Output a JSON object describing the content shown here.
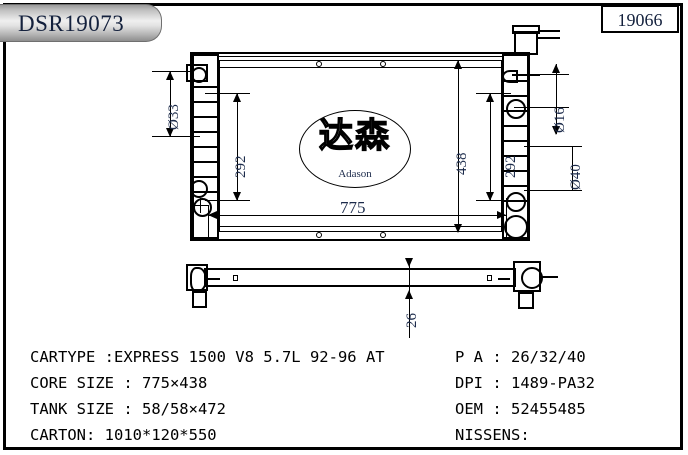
{
  "header": {
    "part_badge": "DSR19073",
    "drawing_code": "19066"
  },
  "logo": {
    "chinese": "达森",
    "latin": "Adason"
  },
  "dimensions": {
    "inlet_left_dia": "Ø33",
    "core_height_left": "292",
    "overall_height": "438",
    "core_height_right": "292",
    "outlet_dia": "Ø16",
    "filler_dia": "Ø40",
    "overall_width": "775",
    "core_depth": "26"
  },
  "specs": {
    "rows": [
      {
        "label": "CARTYPE :EXPRESS 1500 V8 5.7L 92-96 AT",
        "label2": "P A  :  26/32/40"
      },
      {
        "label": "CORE SIZE : 775×438",
        "label2": "DPI  :  1489-PA32"
      },
      {
        "label": "TANK SIZE : 58/58×472",
        "label2": "OEM  :  52455485"
      },
      {
        "label": "CARTON: 1010*120*550",
        "label2": "NISSENS:"
      }
    ]
  },
  "colors": {
    "line": "#000000",
    "dim_text": "#1b2a4a",
    "badge_text": "#14213d"
  }
}
